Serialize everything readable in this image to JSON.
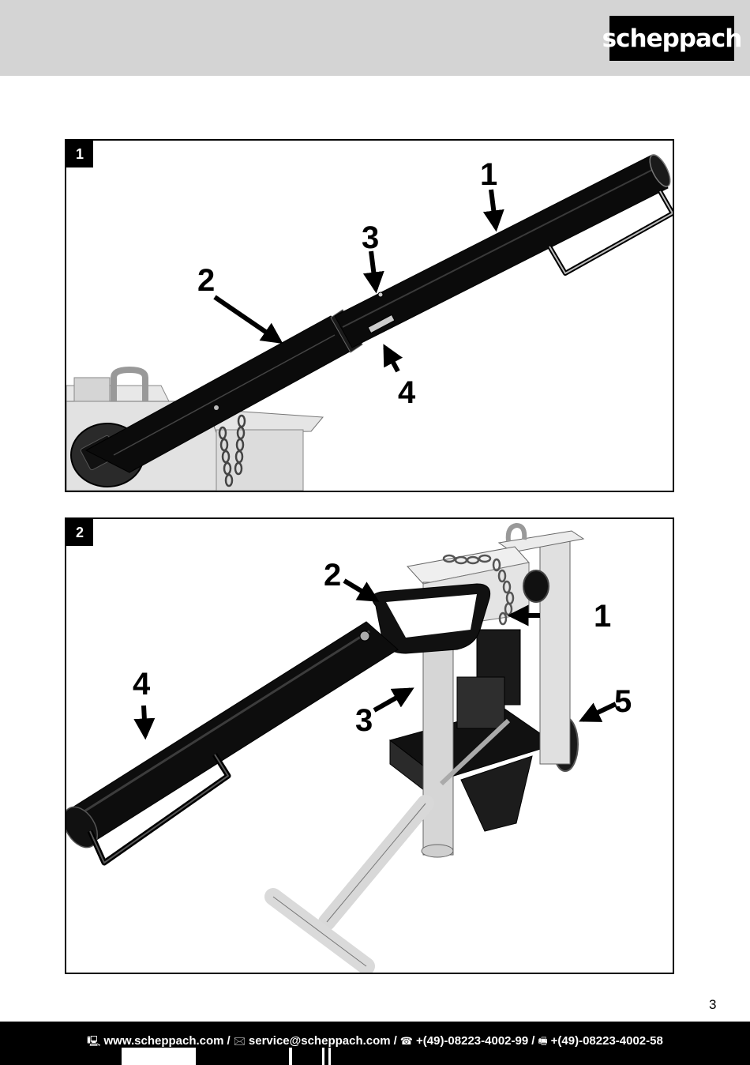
{
  "header": {
    "logo_text": "scheppach"
  },
  "figures": [
    {
      "number": "1",
      "callouts": [
        "1",
        "2",
        "3",
        "4"
      ]
    },
    {
      "number": "2",
      "callouts": [
        "1",
        "2",
        "3",
        "4",
        "5"
      ]
    }
  ],
  "page_number": "3",
  "footer": {
    "website": "www.scheppach.com",
    "email": "service@scheppach.com",
    "phone": "+(49)-08223-4002-99",
    "fax": "+(49)-08223-4002-58",
    "separator": "/",
    "website_icon": "computer-icon",
    "email_icon": "envelope-icon",
    "phone_icon": "telephone-icon",
    "fax_icon": "fax-icon"
  }
}
